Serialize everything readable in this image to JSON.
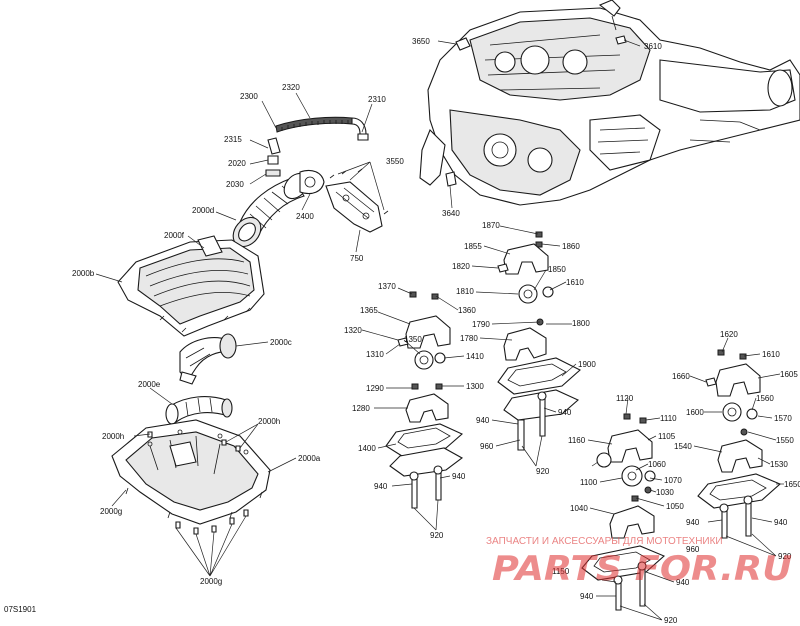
{
  "diagram": {
    "reference_code": "07S1901",
    "callouts": [
      {
        "id": "c3650",
        "label": "3650"
      },
      {
        "id": "c3610",
        "label": "3610"
      },
      {
        "id": "c2320",
        "label": "2320"
      },
      {
        "id": "c2300",
        "label": "2300"
      },
      {
        "id": "c2310",
        "label": "2310"
      },
      {
        "id": "c2315",
        "label": "2315"
      },
      {
        "id": "c2020",
        "label": "2020"
      },
      {
        "id": "c2030",
        "label": "2030"
      },
      {
        "id": "c3550",
        "label": "3550"
      },
      {
        "id": "c3640",
        "label": "3640"
      },
      {
        "id": "c2000d",
        "label": "2000d"
      },
      {
        "id": "c2400",
        "label": "2400"
      },
      {
        "id": "c750",
        "label": "750"
      },
      {
        "id": "c2000f",
        "label": "2000f"
      },
      {
        "id": "c2000b",
        "label": "2000b"
      },
      {
        "id": "c2000c",
        "label": "2000c"
      },
      {
        "id": "c2000e",
        "label": "2000e"
      },
      {
        "id": "c2000h1",
        "label": "2000h"
      },
      {
        "id": "c2000h2",
        "label": "2000h"
      },
      {
        "id": "c2000a",
        "label": "2000a"
      },
      {
        "id": "c2000g1",
        "label": "2000g"
      },
      {
        "id": "c2000g2",
        "label": "2000g"
      },
      {
        "id": "c1870",
        "label": "1870"
      },
      {
        "id": "c1860",
        "label": "1860"
      },
      {
        "id": "c1855",
        "label": "1855"
      },
      {
        "id": "c1820",
        "label": "1820"
      },
      {
        "id": "c1850",
        "label": "1850"
      },
      {
        "id": "c1810",
        "label": "1810"
      },
      {
        "id": "c1610a",
        "label": "1610"
      },
      {
        "id": "c1370",
        "label": "1370"
      },
      {
        "id": "c1360",
        "label": "1360"
      },
      {
        "id": "c1365",
        "label": "1365"
      },
      {
        "id": "c1790",
        "label": "1790"
      },
      {
        "id": "c1800",
        "label": "1800"
      },
      {
        "id": "c1780",
        "label": "1780"
      },
      {
        "id": "c1320",
        "label": "1320"
      },
      {
        "id": "c1350",
        "label": "1350"
      },
      {
        "id": "c1310",
        "label": "1310"
      },
      {
        "id": "c1410",
        "label": "1410"
      },
      {
        "id": "c1900",
        "label": "1900"
      },
      {
        "id": "c1290",
        "label": "1290"
      },
      {
        "id": "c1300",
        "label": "1300"
      },
      {
        "id": "c1280",
        "label": "1280"
      },
      {
        "id": "c940a",
        "label": "940"
      },
      {
        "id": "c940b",
        "label": "940"
      },
      {
        "id": "c960a",
        "label": "960"
      },
      {
        "id": "c1400",
        "label": "1400"
      },
      {
        "id": "c920a",
        "label": "920"
      },
      {
        "id": "c940c",
        "label": "940"
      },
      {
        "id": "c940d",
        "label": "940"
      },
      {
        "id": "c920b",
        "label": "920"
      },
      {
        "id": "c1620",
        "label": "1620"
      },
      {
        "id": "c1610b",
        "label": "1610"
      },
      {
        "id": "c1660",
        "label": "1660"
      },
      {
        "id": "c1605",
        "label": "1605"
      },
      {
        "id": "c1600",
        "label": "1600"
      },
      {
        "id": "c1560",
        "label": "1560"
      },
      {
        "id": "c1570",
        "label": "1570"
      },
      {
        "id": "c1540",
        "label": "1540"
      },
      {
        "id": "c1550",
        "label": "1550"
      },
      {
        "id": "c1530",
        "label": "1530"
      },
      {
        "id": "c1650",
        "label": "1650"
      },
      {
        "id": "c1120",
        "label": "1120"
      },
      {
        "id": "c1110",
        "label": "1110"
      },
      {
        "id": "c1105",
        "label": "1105"
      },
      {
        "id": "c1160",
        "label": "1160"
      },
      {
        "id": "c1060",
        "label": "1060"
      },
      {
        "id": "c1100",
        "label": "1100"
      },
      {
        "id": "c1070",
        "label": "1070"
      },
      {
        "id": "c1030",
        "label": "1030"
      },
      {
        "id": "c1040",
        "label": "1040"
      },
      {
        "id": "c1050",
        "label": "1050"
      },
      {
        "id": "c960b",
        "label": "960"
      },
      {
        "id": "c940e",
        "label": "940"
      },
      {
        "id": "c940f",
        "label": "940"
      },
      {
        "id": "c920c",
        "label": "920"
      },
      {
        "id": "c1150",
        "label": "1150"
      },
      {
        "id": "c940g",
        "label": "940"
      },
      {
        "id": "c940h",
        "label": "940"
      },
      {
        "id": "c920d",
        "label": "920"
      }
    ]
  },
  "watermark": {
    "tagline": "ЗАПЧАСТИ И АКСЕССУАРЫ ДЛЯ МОТОТЕХНИКИ",
    "logo": "PARTS FOR.RU",
    "color": "#e03030"
  }
}
